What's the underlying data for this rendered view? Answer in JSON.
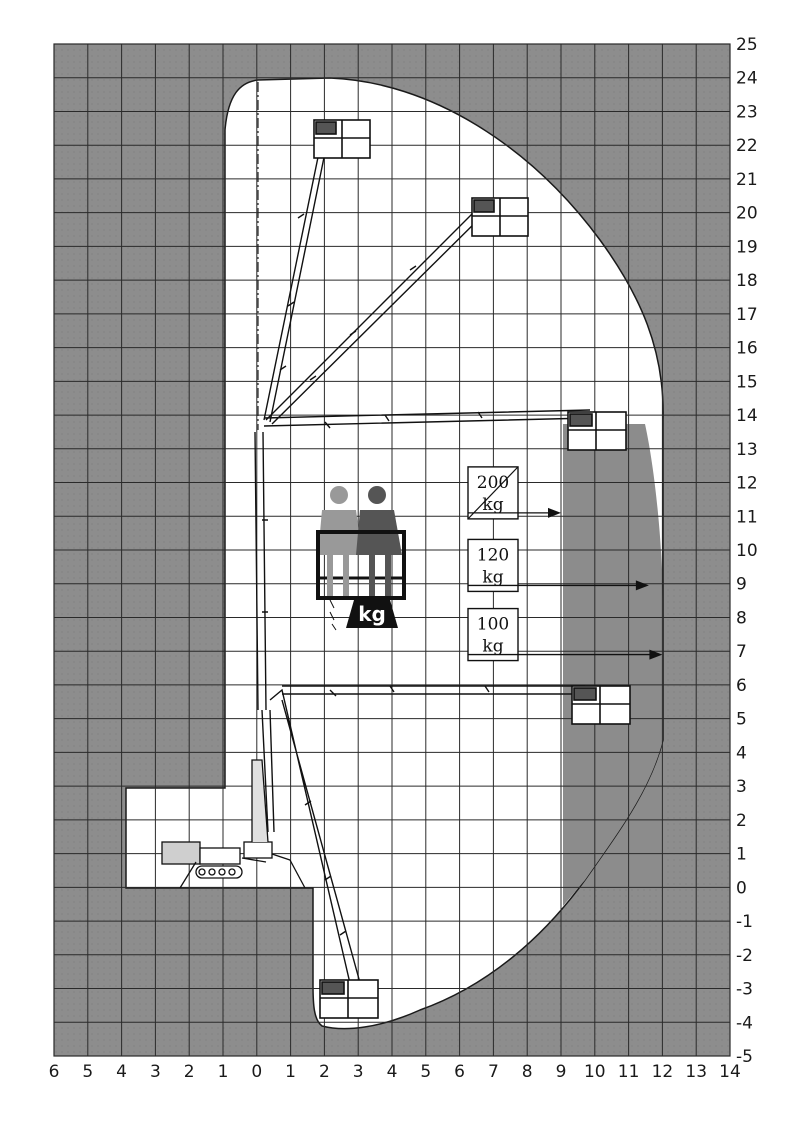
{
  "chart_data": {
    "type": "diagram",
    "x_ticks": [
      "6",
      "5",
      "4",
      "3",
      "2",
      "1",
      "0",
      "1",
      "2",
      "3",
      "4",
      "5",
      "6",
      "7",
      "8",
      "9",
      "10",
      "11",
      "12",
      "13",
      "14"
    ],
    "y_ticks": [
      "25",
      "24",
      "23",
      "22",
      "21",
      "20",
      "19",
      "18",
      "17",
      "16",
      "15",
      "14",
      "13",
      "12",
      "11",
      "10",
      "9",
      "8",
      "7",
      "6",
      "5",
      "4",
      "3",
      "2",
      "1",
      "0",
      "-1",
      "-2",
      "-3",
      "-4",
      "-5"
    ],
    "xlim": [
      -6,
      14
    ],
    "ylim": [
      -5,
      25
    ],
    "grid": true,
    "load_labels": [
      {
        "value": "200",
        "unit": "kg",
        "crossed": true,
        "reach_m": 9.0,
        "height_m": 11.1
      },
      {
        "value": "120",
        "unit": "kg",
        "crossed": false,
        "reach_m": 11.6,
        "height_m": 8.95
      },
      {
        "value": "100",
        "unit": "kg",
        "crossed": false,
        "reach_m": 12.0,
        "height_m": 6.9
      }
    ],
    "kg_badge": "kg",
    "colors": {
      "grid_bg": "#8c8c8c",
      "grid_line": "#2a2a2a",
      "envelope": "#ffffff",
      "restricted": "#8c8c8c"
    }
  }
}
